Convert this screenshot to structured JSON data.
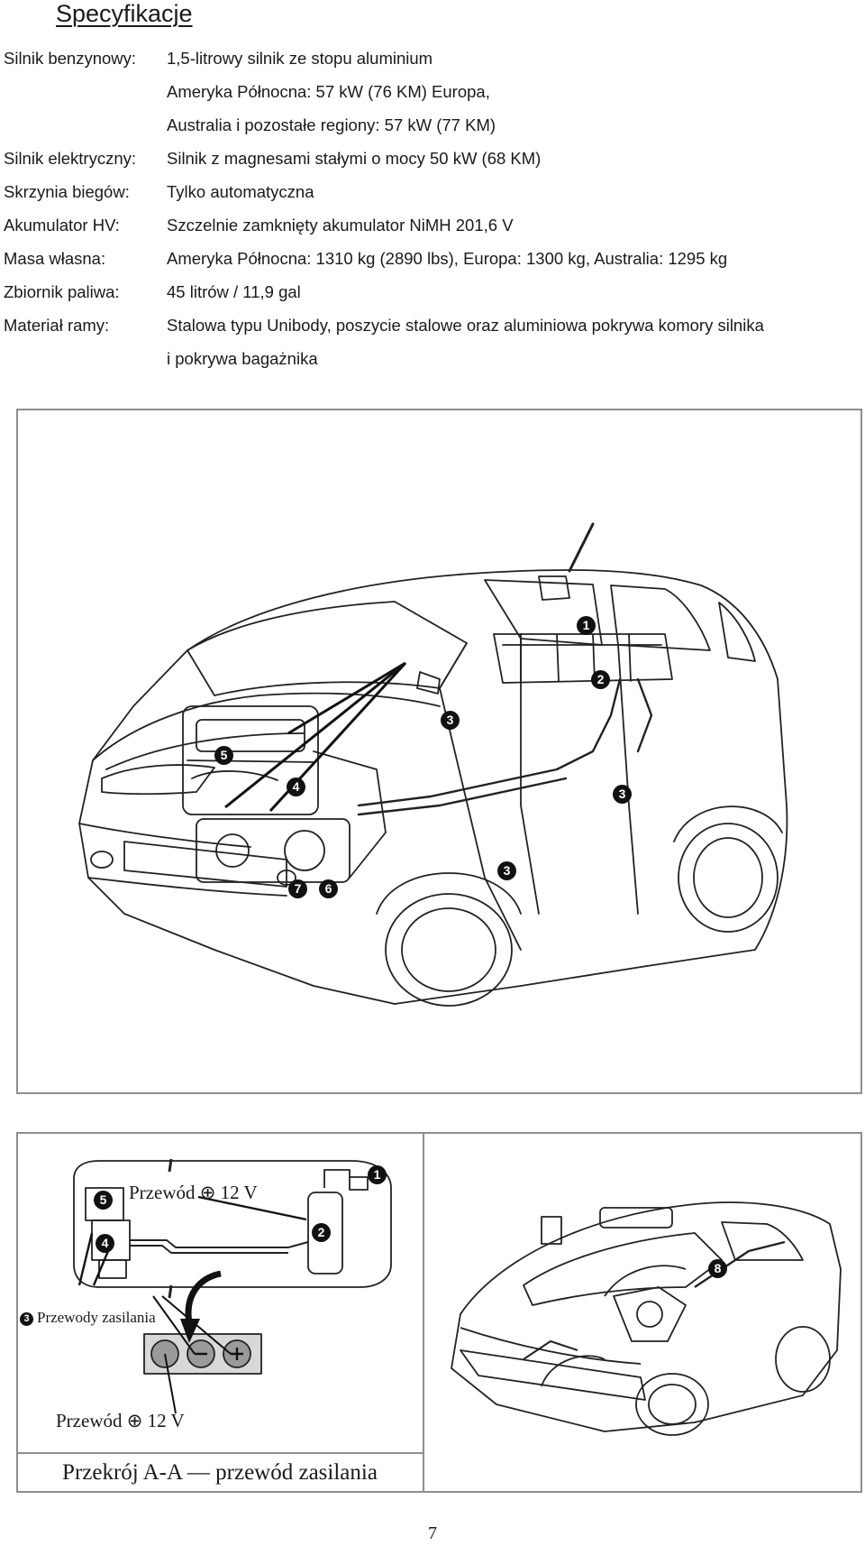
{
  "title": "Specyfikacje",
  "specs": [
    {
      "label": "Silnik benzynowy:",
      "value": "1,5-litrowy silnik ze stopu aluminium"
    },
    {
      "label": "",
      "value": "Ameryka Północna: 57 kW (76 KM) Europa,"
    },
    {
      "label": "",
      "value": "Australia i pozostałe regiony: 57 kW (77 KM)"
    },
    {
      "label": "Silnik elektryczny:",
      "value": "Silnik z magnesami stałymi o mocy 50 kW (68 KM)"
    },
    {
      "label": "Skrzynia biegów:",
      "value": "Tylko automatyczna"
    },
    {
      "label": "Akumulator HV:",
      "value": "Szczelnie zamknięty akumulator NiMH 201,6 V"
    },
    {
      "label": "Masa własna:",
      "value": "Ameryka Północna: 1310 kg (2890 lbs), Europa: 1300 kg, Australia: 1295 kg"
    },
    {
      "label": "Zbiornik paliwa:",
      "value": "45 litrów / 11,9 gal"
    },
    {
      "label": "Materiał ramy:",
      "value": "Stalowa typu Unibody, poszycie stalowe oraz aluminiowa pokrywa komory silnika"
    },
    {
      "label": "",
      "value": "i pokrywa bagażnika"
    }
  ],
  "diagram_main": {
    "badges": [
      "1",
      "2",
      "3",
      "3",
      "3",
      "4",
      "5",
      "6",
      "7"
    ]
  },
  "detail": {
    "cable_label_top": "Przewód ⊕ 12 V",
    "power_cables_label": "Przewody zasilania",
    "cable_label_bottom": "Przewód ⊕ 12 V",
    "badges": [
      "1",
      "2",
      "3",
      "4",
      "5"
    ],
    "caption": "Przekrój A-A — przewód zasilania"
  },
  "detail_right": {
    "badges": [
      "8"
    ]
  },
  "page_number": "7"
}
